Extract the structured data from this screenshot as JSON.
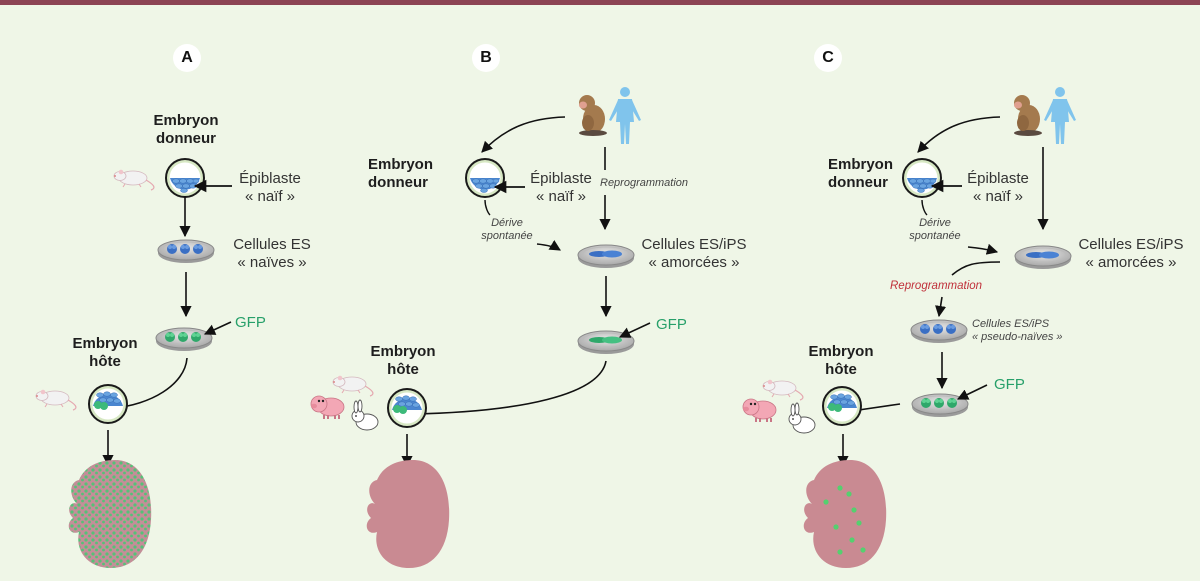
{
  "colors": {
    "topbar": "#8c4454",
    "background": "#eff6e7",
    "gfp_text": "#27a06a",
    "reprogramming_highlight": "#c0303a",
    "naive_cells": "#4a86d0",
    "gfp_cells": "#3dba7a",
    "fetus": "#c98a92",
    "human": "#80c4ec",
    "monkey": "#a07850"
  },
  "panels": [
    {
      "badge": "A",
      "donor_label": "Embryon donneur",
      "donor_label_l1": "Embryon",
      "donor_label_l2": "donneur",
      "epiblast_l1": "Épiblaste",
      "epiblast_l2": "« naïf »",
      "cells_l1": "Cellules ES",
      "cells_l2": "« naïves »",
      "gfp": "GFP",
      "host_l1": "Embryon",
      "host_l2": "hôte",
      "donor_species": [
        "mouse-icon"
      ],
      "host_species": [
        "mouse-icon"
      ],
      "chimerism": "high"
    },
    {
      "badge": "B",
      "donor_l1": "Embryon",
      "donor_l2": "donneur",
      "epiblast_l1": "Épiblaste",
      "epiblast_l2": "« naïf »",
      "derive_l1": "Dérive",
      "derive_l2": "spontanée",
      "reprog": "Reprogrammation",
      "cells_l1": "Cellules ES/iPS",
      "cells_l2": "« amorcées »",
      "gfp": "GFP",
      "host_l1": "Embryon",
      "host_l2": "hôte",
      "source_species": [
        "monkey-icon",
        "human-icon"
      ],
      "host_species": [
        "mouse-icon",
        "pig-icon",
        "rabbit-icon"
      ],
      "chimerism": "none"
    },
    {
      "badge": "C",
      "donor_l1": "Embryon",
      "donor_l2": "donneur",
      "epiblast_l1": "Épiblaste",
      "epiblast_l2": "« naïf »",
      "derive_l1": "Dérive",
      "derive_l2": "spontanée",
      "cells_l1": "Cellules ES/iPS",
      "cells_l2": "« amorcées »",
      "reprog": "Reprogrammation",
      "pseudo_l1": "Cellules ES/iPS",
      "pseudo_l2": "« pseudo-naïves »",
      "gfp": "GFP",
      "host_l1": "Embryon",
      "host_l2": "hôte",
      "source_species": [
        "monkey-icon",
        "human-icon"
      ],
      "host_species": [
        "mouse-icon",
        "pig-icon",
        "rabbit-icon"
      ],
      "chimerism": "low"
    }
  ]
}
